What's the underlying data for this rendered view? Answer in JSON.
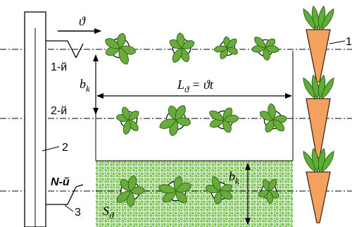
{
  "labels": {
    "velocity": "ϑ",
    "row_1": "1-й",
    "row_2": "2-й",
    "row_n": "N-й",
    "spacing_left": "b",
    "spacing_left_sub": "k",
    "spacing_right": "b",
    "spacing_right_sub": "k",
    "length_main": "L",
    "length_sub": "ϑ",
    "length_rhs": "= ϑt",
    "area_main": "S",
    "area_sub": "ϑ",
    "callout_1": "1",
    "callout_2": "2",
    "callout_3": "3"
  },
  "colors": {
    "leaf": "#6aac3c",
    "leaf_dark": "#2f6a1a",
    "carrot": "#f4a15f",
    "carrot_outline": "#3a2a1a",
    "carrot_top": "#5fae36",
    "field": "#7dc257",
    "field_dot": "#ffffff",
    "ink": "#000000"
  },
  "plants": {
    "row_1": 4,
    "row_2": 4,
    "row_n": 4,
    "carrots": 3
  }
}
